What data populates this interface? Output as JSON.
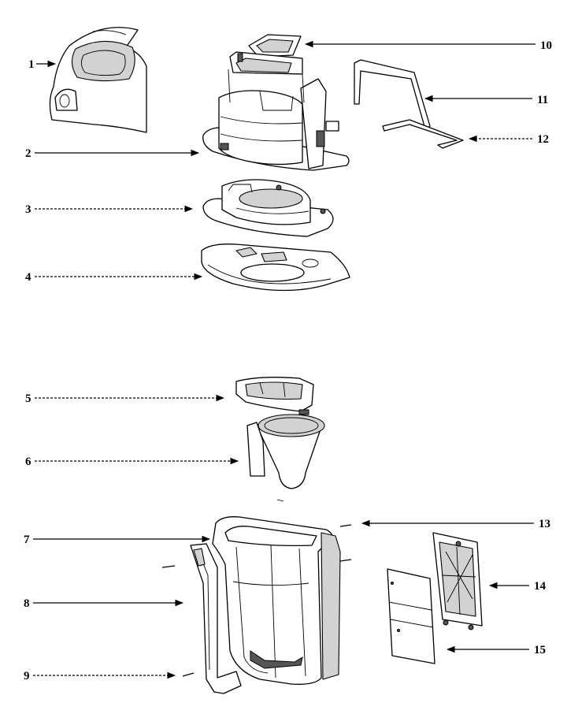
{
  "diagram": {
    "callouts": [
      "1",
      "2",
      "3",
      "4",
      "5",
      "6",
      "7",
      "8",
      "9",
      "10",
      "11",
      "12",
      "13",
      "14",
      "15"
    ]
  },
  "parts": [
    {
      "id": "1",
      "icon": "top-cover-shell"
    },
    {
      "id": "2",
      "icon": "reservoir-housing"
    },
    {
      "id": "3",
      "icon": "water-tank-base"
    },
    {
      "id": "4",
      "icon": "base-gasket-plate"
    },
    {
      "id": "5",
      "icon": "filter-holder-ring"
    },
    {
      "id": "6",
      "icon": "filter-cone-basket"
    },
    {
      "id": "7",
      "icon": "main-body-housing"
    },
    {
      "id": "8",
      "icon": "side-handle"
    },
    {
      "id": "9",
      "icon": "screw"
    },
    {
      "id": "10",
      "icon": "lid-frame"
    },
    {
      "id": "11",
      "icon": "wire-bracket"
    },
    {
      "id": "12",
      "icon": "wire-clip"
    },
    {
      "id": "13",
      "icon": "small-screw"
    },
    {
      "id": "14",
      "icon": "grille-panel"
    },
    {
      "id": "15",
      "icon": "rear-plate"
    }
  ]
}
